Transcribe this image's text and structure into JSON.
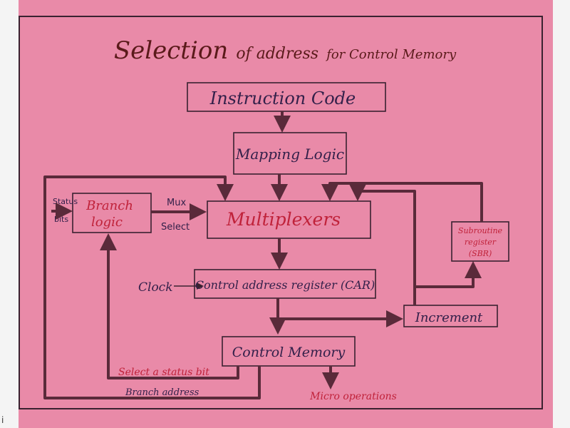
{
  "diagram": {
    "title_part1": "Selection",
    "title_part2": "of address",
    "title_part3": "for Control Memory",
    "blocks": {
      "instruction_code": "Instruction Code",
      "mapping_logic": "Mapping Logic",
      "branch_logic_line1": "Branch",
      "branch_logic_line2": "logic",
      "multiplexers": "Multiplexers",
      "car": "Control address register (CAR)",
      "increment": "Increment",
      "sbr_line1": "Subroutine",
      "sbr_line2": "register",
      "sbr_line3": "(SBR)",
      "control_memory": "Control Memory"
    },
    "signals": {
      "status_line1": "Status",
      "status_line2": "bits",
      "mux": "Mux",
      "select": "Select",
      "clock": "Clock",
      "select_status_bit": "Select a status bit",
      "branch_address": "Branch address",
      "micro_operations": "Micro operations"
    }
  },
  "corner_mark": "i",
  "colors": {
    "poster": "#e98aa8",
    "ink": "#3a2230",
    "wire": "#5a2a3a",
    "red_ink": "#c0223a"
  }
}
